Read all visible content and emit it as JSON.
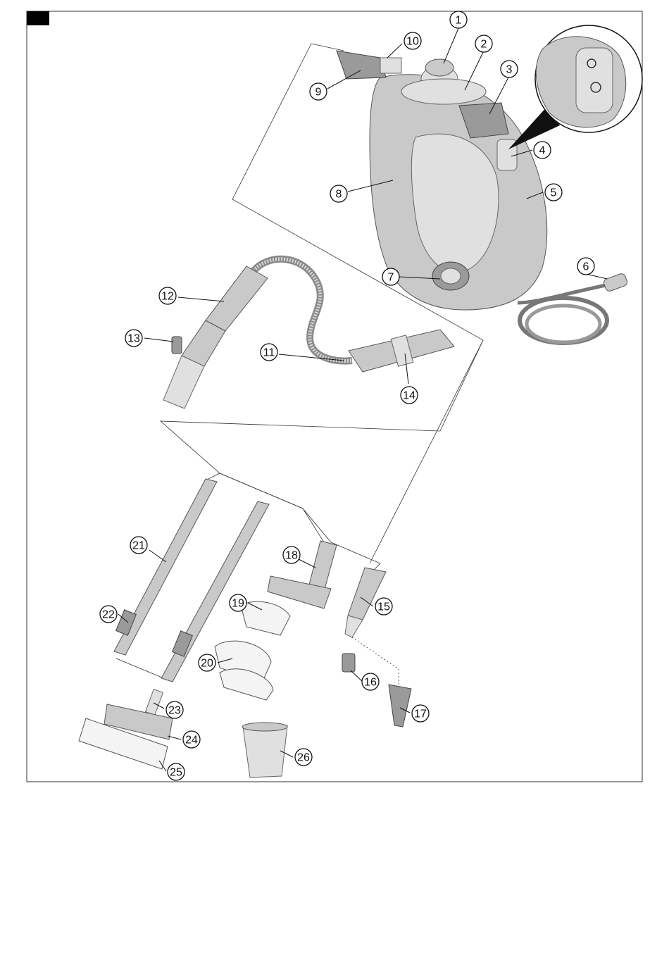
{
  "callouts": [
    {
      "id": "c1",
      "label": "1"
    },
    {
      "id": "c2",
      "label": "2"
    },
    {
      "id": "c3",
      "label": "3"
    },
    {
      "id": "c4",
      "label": "4"
    },
    {
      "id": "c5",
      "label": "5"
    },
    {
      "id": "c6",
      "label": "6"
    },
    {
      "id": "c7",
      "label": "7"
    },
    {
      "id": "c8",
      "label": "8"
    },
    {
      "id": "c9",
      "label": "9"
    },
    {
      "id": "c10",
      "label": "10"
    },
    {
      "id": "c11",
      "label": "11"
    },
    {
      "id": "c12",
      "label": "12"
    },
    {
      "id": "c13",
      "label": "13"
    },
    {
      "id": "c14",
      "label": "14"
    },
    {
      "id": "c15",
      "label": "15"
    },
    {
      "id": "c16",
      "label": "16"
    },
    {
      "id": "c17",
      "label": "17"
    },
    {
      "id": "c18",
      "label": "18"
    },
    {
      "id": "c19",
      "label": "19"
    },
    {
      "id": "c20",
      "label": "20"
    },
    {
      "id": "c21",
      "label": "21"
    },
    {
      "id": "c22",
      "label": "22"
    },
    {
      "id": "c23",
      "label": "23"
    },
    {
      "id": "c24",
      "label": "24"
    },
    {
      "id": "c25",
      "label": "25"
    },
    {
      "id": "c26",
      "label": "26"
    }
  ],
  "colors": {
    "frame": "#333333",
    "corner_tab": "#000000",
    "part_fill": "#c9c9c9"
  }
}
